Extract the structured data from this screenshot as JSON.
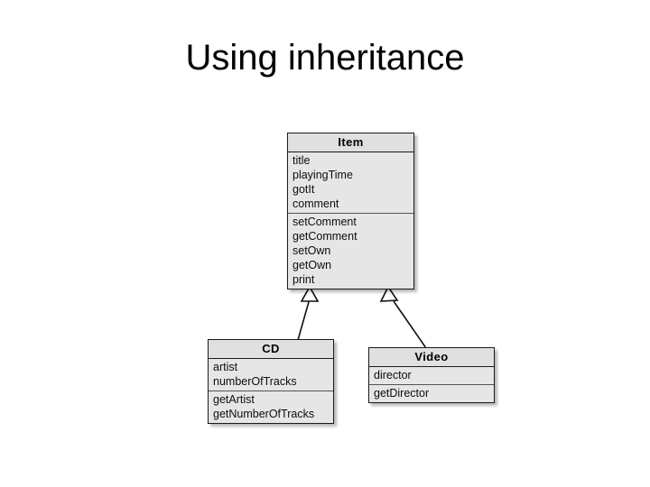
{
  "slide": {
    "title": "Using inheritance",
    "background_color": "#ffffff"
  },
  "diagram": {
    "type": "uml-class-diagram",
    "relationship": "generalization",
    "class_fill_color": "#e6e6e6",
    "header_fill_color": "#e0e0e0",
    "border_color": "#1a1a1a",
    "classes": [
      {
        "id": "item",
        "name": "Item",
        "attributes": [
          "title",
          "playingTime",
          "gotIt",
          "comment"
        ],
        "methods": [
          "setComment",
          "getComment",
          "setOwn",
          "getOwn",
          "print"
        ]
      },
      {
        "id": "cd",
        "name": "CD",
        "attributes": [
          "artist",
          "numberOfTracks"
        ],
        "methods": [
          "getArtist",
          "getNumberOfTracks"
        ]
      },
      {
        "id": "video",
        "name": "Video",
        "attributes": [
          "director"
        ],
        "methods": [
          "getDirector"
        ]
      }
    ],
    "generalizations": [
      {
        "from": "cd",
        "to": "item"
      },
      {
        "from": "video",
        "to": "item"
      }
    ]
  }
}
